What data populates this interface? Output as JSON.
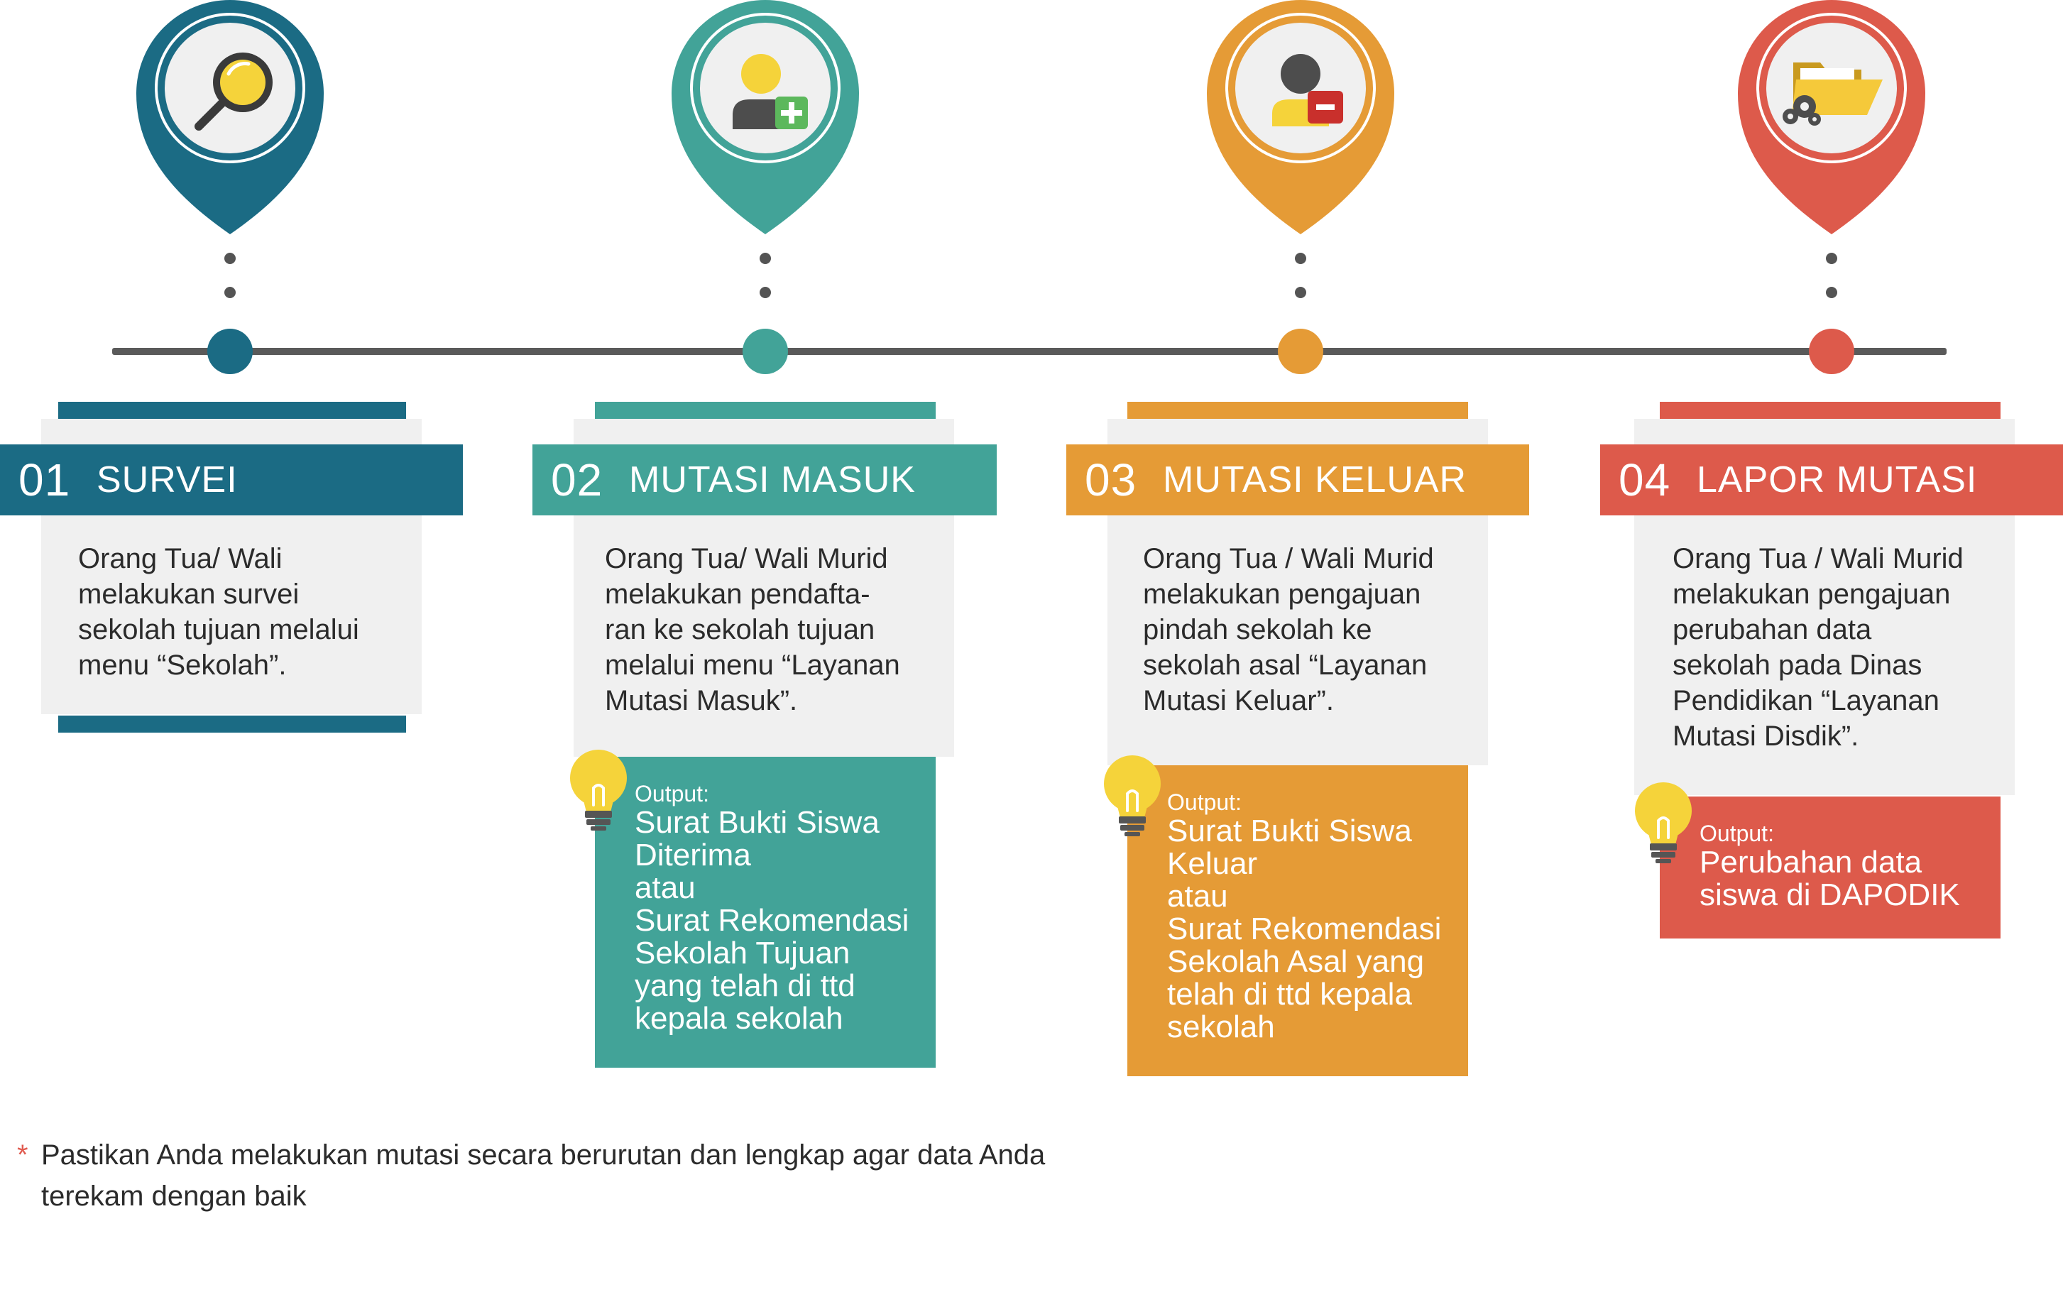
{
  "colors": {
    "step1": "#1b6b84",
    "step2": "#42a398",
    "step3": "#e59b36",
    "step4": "#dd5a4b",
    "line": "#5a5a5a",
    "footnote_star": "#e05a4f"
  },
  "steps": [
    {
      "number": "01",
      "title": "SURVEI",
      "icon": "magnifier-icon",
      "description": "Orang Tua/ Wali\nmelakukan survei\nsekolah tujuan melalui\nmenu “Sekolah”."
    },
    {
      "number": "02",
      "title": "MUTASI MASUK",
      "icon": "user-add-icon",
      "description": "Orang Tua/ Wali Murid\nmelakukan pendafta-\nran ke sekolah tujuan\nmelalui menu “Layanan\nMutasi Masuk”.",
      "output_label": "Output:",
      "output_text": "Surat Bukti Siswa\nDiterima\natau\nSurat Rekomendasi\nSekolah Tujuan\nyang telah di ttd\nkepala sekolah"
    },
    {
      "number": "03",
      "title": "MUTASI KELUAR",
      "icon": "user-remove-icon",
      "description": "Orang Tua / Wali Murid\nmelakukan pengajuan\npindah sekolah ke\nsekolah asal “Layanan\nMutasi Keluar”.",
      "output_label": "Output:",
      "output_text": "Surat Bukti Siswa\nKeluar\natau\nSurat Rekomendasi\nSekolah Asal yang\ntelah di ttd kepala\nsekolah"
    },
    {
      "number": "04",
      "title": "LAPOR MUTASI",
      "icon": "folder-gears-icon",
      "description": "Orang Tua / Wali Murid\nmelakukan pengajuan\nperubahan data\nsekolah pada Dinas\nPendidikan “Layanan\nMutasi Disdik”.",
      "output_label": "Output:",
      "output_text": "Perubahan data\nsiswa di DAPODIK"
    }
  ],
  "footnote": {
    "marker": "*",
    "text": "Pastikan Anda melakukan mutasi secara berurutan dan lengkap agar data Anda terekam dengan baik"
  }
}
